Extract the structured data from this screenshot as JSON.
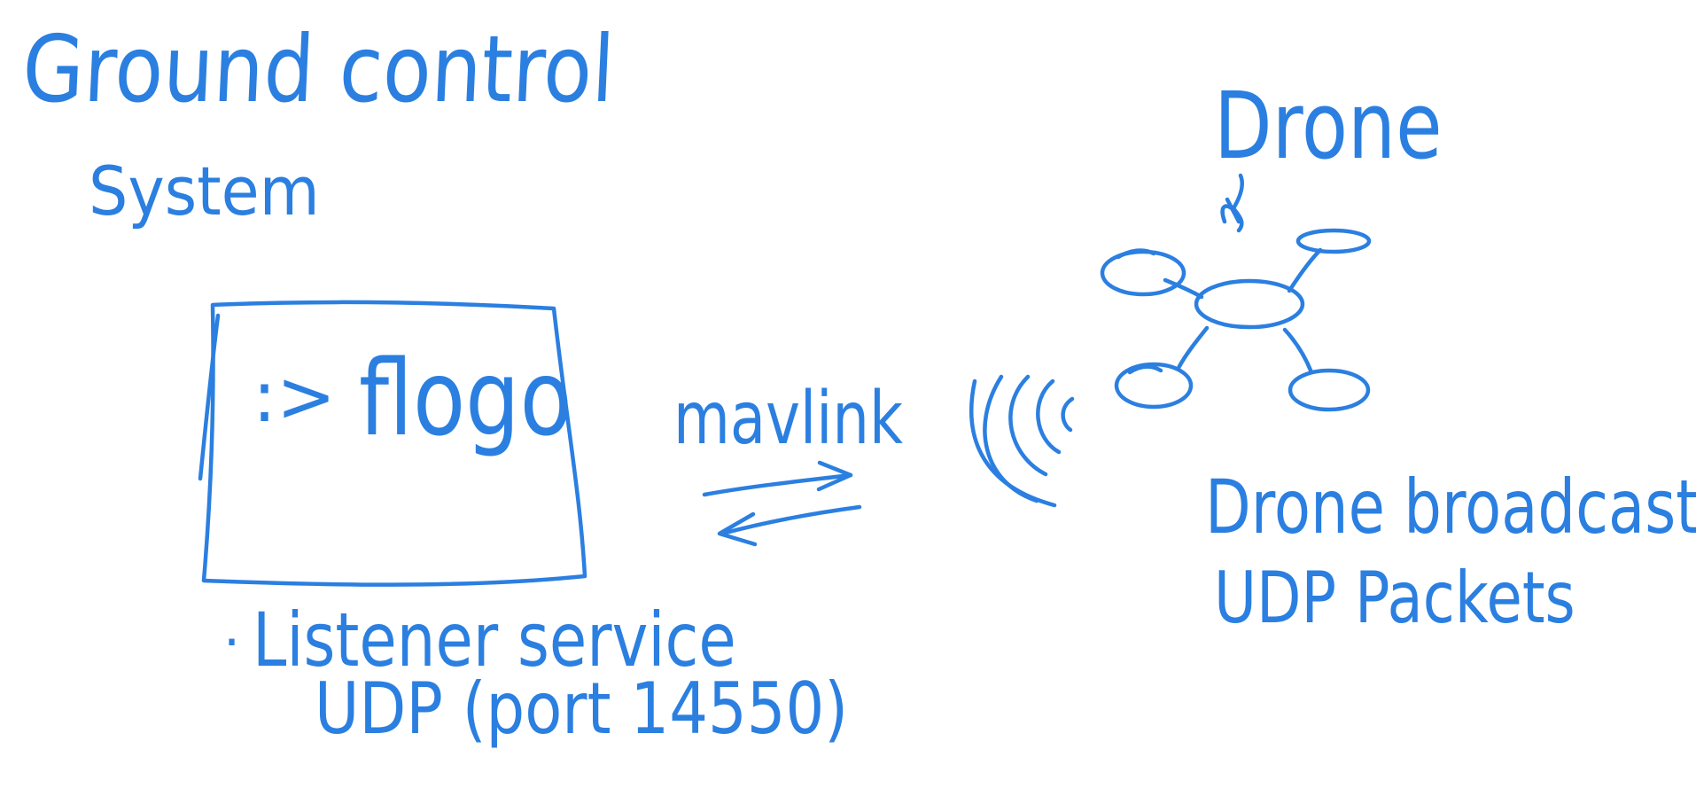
{
  "ink_color": "#2B7FE0",
  "background_color": "#FFFFFF",
  "ground_control": {
    "title_line1": "Ground control",
    "title_line2": "System"
  },
  "terminal": {
    "prompt": ":>",
    "app_name": "flogo"
  },
  "listener": {
    "bullet": "·",
    "line1": "Listener service",
    "line2": "UDP (port 14550)"
  },
  "link": {
    "protocol_label": "mavlink"
  },
  "drone": {
    "label": "Drone",
    "broadcast_line1": "Drone broadcasts",
    "broadcast_line2": "UDP Packets"
  }
}
